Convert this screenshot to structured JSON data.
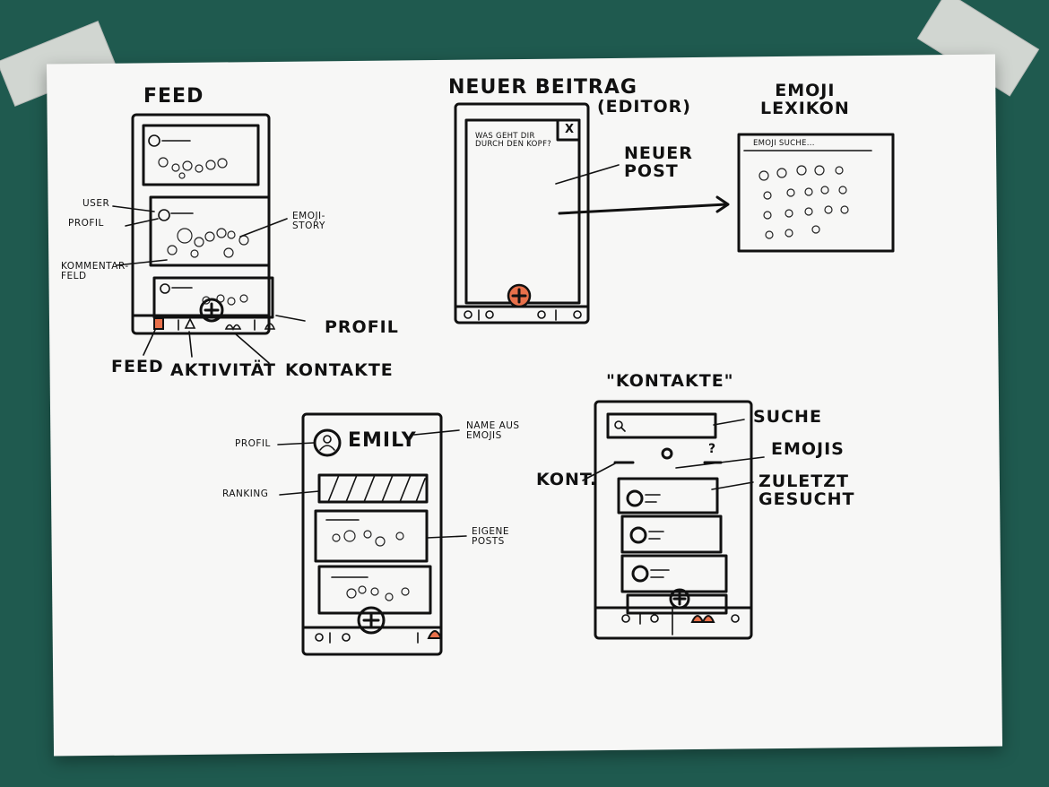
{
  "feed": {
    "title": "FEED",
    "user": "USER",
    "profil_left": "PROFIL",
    "emoji_story": "EMOJI-\nSTORY",
    "kommentar": "KOMMENTAR-\nFELD",
    "nav_feed": "FEED",
    "nav_aktivitaet": "AKTIVITÄT",
    "nav_kontakte": "KONTAKTE",
    "nav_profil": "PROFIL"
  },
  "editor": {
    "title": "NEUER BEITRAG",
    "subtitle": "(EDITOR)",
    "placeholder": "WAS GEHT DIR\nDURCH DEN KOPF?",
    "close": "X",
    "annotation": "NEUER\nPOST"
  },
  "lexikon": {
    "title": "EMOJI\nLEXIKON",
    "search_placeholder": "EMOJI SUCHE..."
  },
  "profile": {
    "profil_label": "PROFIL",
    "name": "EMILY",
    "name_note": "NAME AUS\nEMOJIS",
    "ranking": "RANKING",
    "own_posts": "EIGENE\nPOSTS"
  },
  "kontakte": {
    "title": "\"KONTAKTE\"",
    "suche": "SUCHE",
    "emojis": "EMOJIS",
    "kont": "KONT.",
    "zuletzt": "ZULETZT\nGESUCHT",
    "tab_question": "?"
  },
  "colors": {
    "accent_orange": "#e8704a",
    "ink": "#111111",
    "board": "#1f5a4f"
  }
}
